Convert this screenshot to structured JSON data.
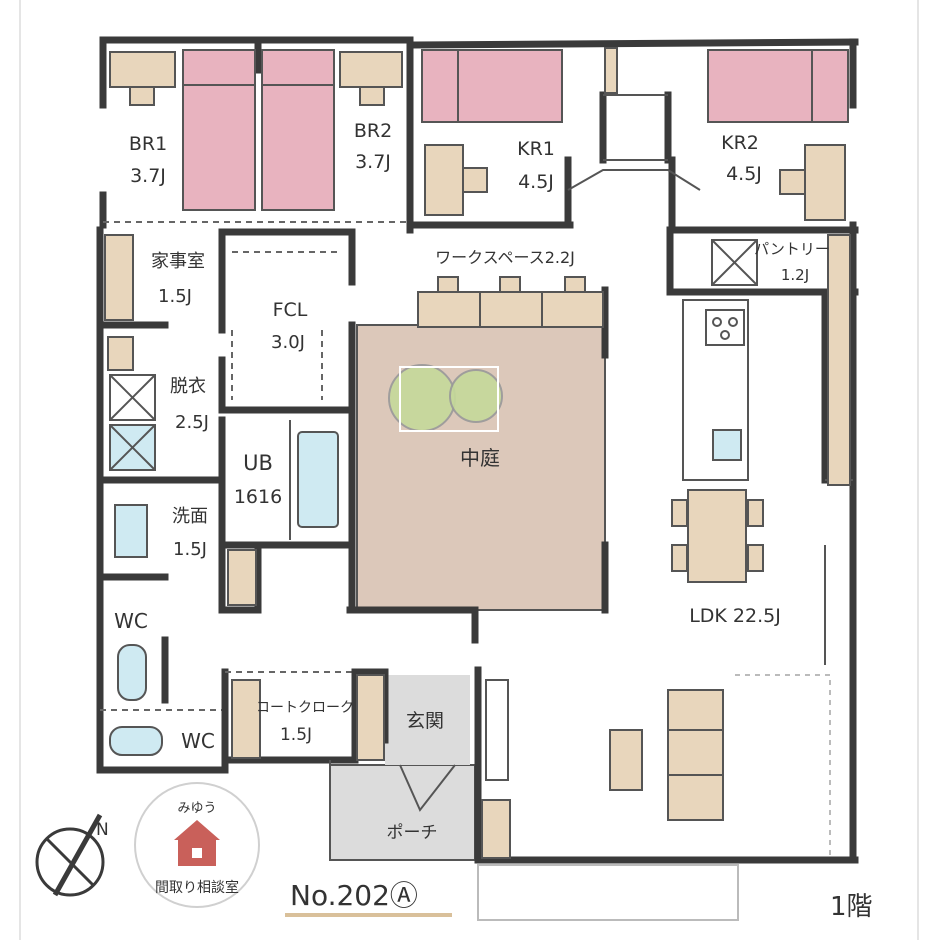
{
  "rooms": {
    "br1": {
      "name": "BR1",
      "size": "3.7J"
    },
    "br2": {
      "name": "BR2",
      "size": "3.7J"
    },
    "kr1": {
      "name": "KR1",
      "size": "4.5J"
    },
    "kr2": {
      "name": "KR2",
      "size": "4.5J"
    },
    "kaji": {
      "name": "家事室",
      "size": "1.5J"
    },
    "fcl": {
      "name": "FCL",
      "size": "3.0J"
    },
    "workspace": {
      "name": "ワークスペース2.2J"
    },
    "pantry": {
      "name": "パントリー",
      "size": "1.2J"
    },
    "datsui": {
      "name": "脱衣",
      "size": "2.5J"
    },
    "ub": {
      "name": "UB",
      "size": "1616"
    },
    "nakaniwa": {
      "name": "中庭"
    },
    "senmen": {
      "name": "洗面",
      "size": "1.5J"
    },
    "wc1": {
      "name": "WC"
    },
    "wc2": {
      "name": "WC"
    },
    "ldk": {
      "name": "LDK 22.5J"
    },
    "coat": {
      "name": "コートクローク",
      "size": "1.5J"
    },
    "genkan": {
      "name": "玄関"
    },
    "porch": {
      "name": "ポーチ"
    }
  },
  "logo": {
    "top": "みゆう",
    "bottom": "間取り相談室"
  },
  "plan_no": "No.202Ⓐ",
  "floor": "1階",
  "compass": "N",
  "colors": {
    "wall": "#3a3a3a",
    "bed": "#e8b3bf",
    "furniture": "#e8d6bc",
    "courtyard": "#dcc8ba",
    "porch": "#dcdcdc",
    "water": "#cfeaf2",
    "tree": "#c5d99a",
    "logo": "#c9605a"
  }
}
